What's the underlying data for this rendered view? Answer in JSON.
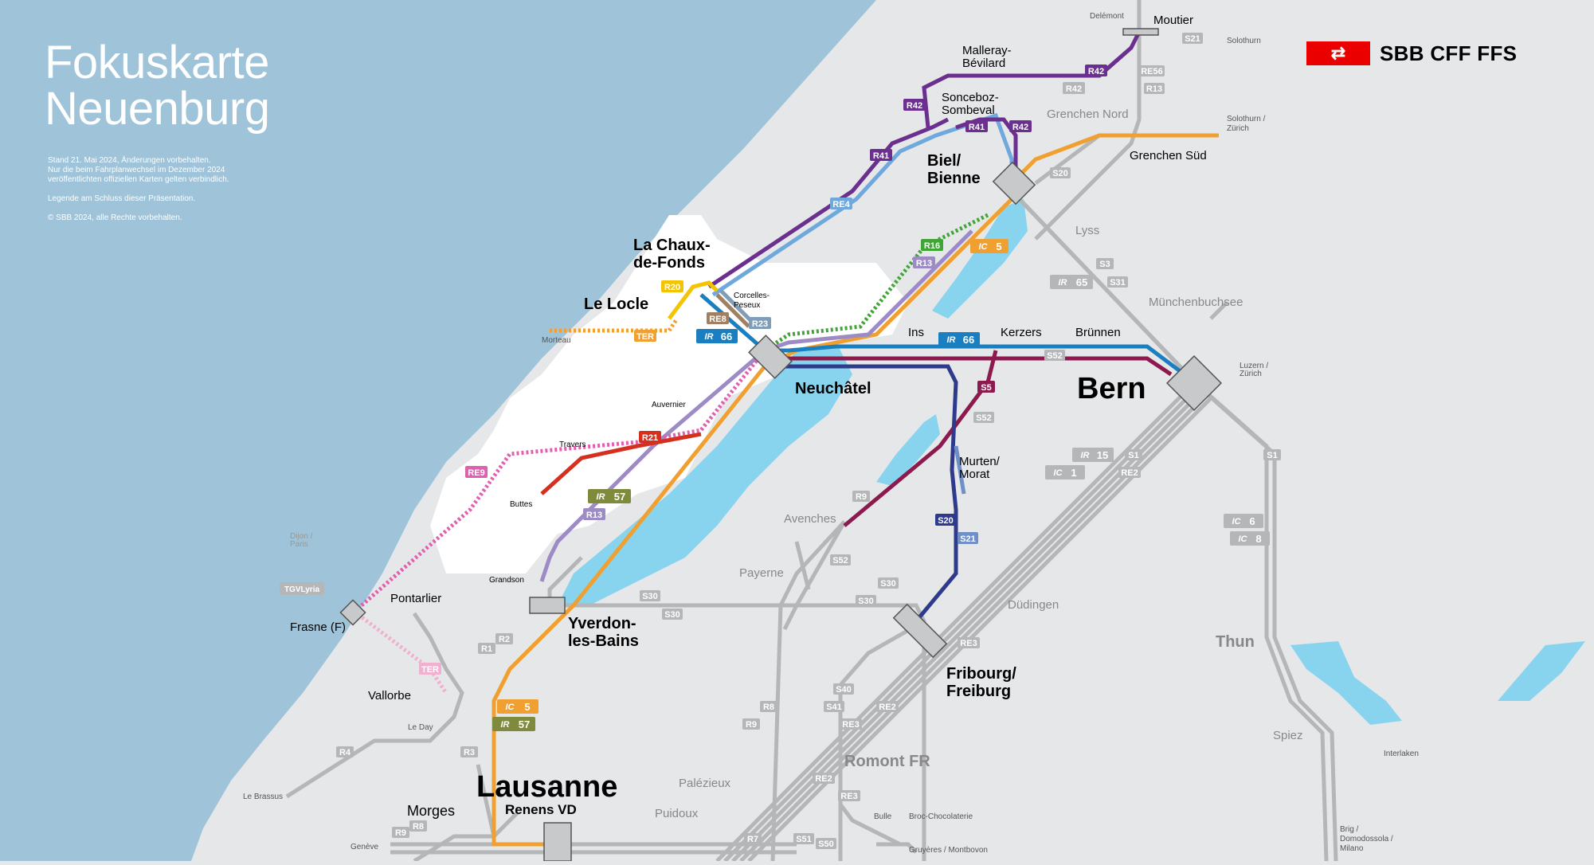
{
  "header": {
    "title_line1": "Fokuskarte",
    "title_line2": "Neuenburg",
    "note_stand": "Stand 21. Mai 2024, Änderungen vorbehalten.",
    "note_official_1": "Nur die beim Fahrplanwechsel im Dezember 2024",
    "note_official_2": "veröffentlichten offiziellen Karten gelten verbindlich.",
    "note_legend": "Legende am Schluss dieser Präsentation.",
    "note_copyright": "© SBB 2024, alle Rechte vorbehalten."
  },
  "brand": {
    "logo_icon": "sbb-arrows-icon",
    "name": "SBB CFF FFS",
    "color": "#eb0000"
  },
  "colors": {
    "water": "#9fc3d8",
    "lake": "#88d4ee",
    "land": "#e6e7e9",
    "focus": "#ffffff",
    "grey_line": "#b5b6b8",
    "ic": "#f0a030",
    "ir66": "#1a7fc0",
    "ir57": "#7f8a3c",
    "r41": "#6a2f8f",
    "re4": "#6fa8dc",
    "r13": "#9c8bc4",
    "r16": "#3fa535",
    "r20": "#f5c400",
    "r21": "#d5301f",
    "re9": "#e060b0",
    "re8": "#a08060",
    "r23": "#7f9cb8",
    "s5": "#8c1a4f",
    "s20": "#2e3a8c",
    "s21": "#6f8fc8"
  },
  "stations": {
    "moutier": "Moutier",
    "delemont": "Delémont",
    "solothurn": "Solothurn",
    "solothurn_zurich_1": "Solothurn /",
    "solothurn_zurich_2": "Zürich",
    "malleray_1": "Malleray-",
    "malleray_2": "Bévilard",
    "sonceboz_1": "Sonceboz-",
    "sonceboz_2": "Sombeval",
    "grenchen_nord": "Grenchen Nord",
    "grenchen_sued": "Grenchen Süd",
    "biel_1": "Biel/",
    "biel_2": "Bienne",
    "lyss": "Lyss",
    "la_chaux_1": "La Chaux-",
    "la_chaux_2": "de-Fonds",
    "le_locle": "Le Locle",
    "morteau": "Morteau",
    "corcelles_1": "Corcelles-",
    "corcelles_2": "Peseux",
    "muenchenbuchsee": "Münchenbuchsee",
    "ins": "Ins",
    "kerzers": "Kerzers",
    "bruennen": "Brünnen",
    "neuchatel": "Neuchâtel",
    "bern": "Bern",
    "luzern_zurich_1": "Luzern /",
    "luzern_zurich_2": "Zürich",
    "auvernier": "Auvernier",
    "travers": "Travers",
    "buttes": "Buttes",
    "murten_1": "Murten/",
    "murten_2": "Morat",
    "avenches": "Avenches",
    "dijon_1": "Dijon /",
    "dijon_2": "Paris",
    "pontarlier": "Pontarlier",
    "frasne": "Frasne (F)",
    "grandson": "Grandson",
    "yverdon_1": "Yverdon-",
    "yverdon_2": "les-Bains",
    "payerne": "Payerne",
    "duedingen": "Düdingen",
    "thun": "Thun",
    "fribourg_1": "Fribourg/",
    "fribourg_2": "Freiburg",
    "vallorbe": "Vallorbe",
    "le_day": "Le Day",
    "le_brassus": "Le Brassus",
    "romont": "Romont FR",
    "spiez": "Spiez",
    "interlaken": "Interlaken",
    "lausanne": "Lausanne",
    "renens": "Renens VD",
    "morges": "Morges",
    "palezieux": "Palézieux",
    "puidoux": "Puidoux",
    "geneve": "Genève",
    "bulle": "Bulle",
    "broc": "Broc-Chocolaterie",
    "gruyeres": "Gruyères / Montbovon",
    "brig_1": "Brig /",
    "brig_2": "Domodossola /",
    "brig_3": "Milano"
  },
  "badges": {
    "s21_moutier": "S21",
    "re56": "RE56",
    "r13_moutier": "R13",
    "r42_a": "R42",
    "r42_b": "R42",
    "r42_c": "R42",
    "r42_d": "R42",
    "r41_a": "R41",
    "r41_b": "R41",
    "s20_gn": "S20",
    "re4": "RE4",
    "r16": "R16",
    "ic5_a": "5",
    "r13_a": "R13",
    "ir65": "65",
    "s3": "S3",
    "s31": "S31",
    "r20": "R20",
    "ter_a": "TER",
    "re8": "RE8",
    "r23": "R23",
    "ir66_a": "66",
    "ir66_b": "66",
    "s52_a": "S52",
    "s5": "S5",
    "s52_b": "S52",
    "r21": "R21",
    "re9": "RE9",
    "ir57_a": "57",
    "r13_b": "R13",
    "ir15": "15",
    "s1_a": "S1",
    "ic1": "1",
    "re2_a": "RE2",
    "s1_b": "S1",
    "ic6": "6",
    "ic8": "8",
    "r9_a": "R9",
    "s20_b": "S20",
    "s21_b": "S21",
    "s52_c": "S52",
    "tgv": "TGVLyria",
    "s30_a": "S30",
    "s30_b": "S30",
    "s30_c": "S30",
    "s30_d": "S30",
    "r1": "R1",
    "r2": "R2",
    "ter_b": "TER",
    "ic5_b": "5",
    "ir57_b": "57",
    "re3_a": "RE3",
    "s40": "S40",
    "s41": "S41",
    "re2_b": "RE2",
    "re3_b": "RE3",
    "r8_a": "R8",
    "r9_b": "R9",
    "r4": "R4",
    "r3": "R3",
    "re2_c": "RE2",
    "re3_c": "RE3",
    "r9_c": "R9",
    "r8_b": "R8",
    "r7": "R7",
    "s51": "S51",
    "s50": "S50"
  },
  "badge_prefix": {
    "ic": "IC",
    "ir": "IR"
  }
}
